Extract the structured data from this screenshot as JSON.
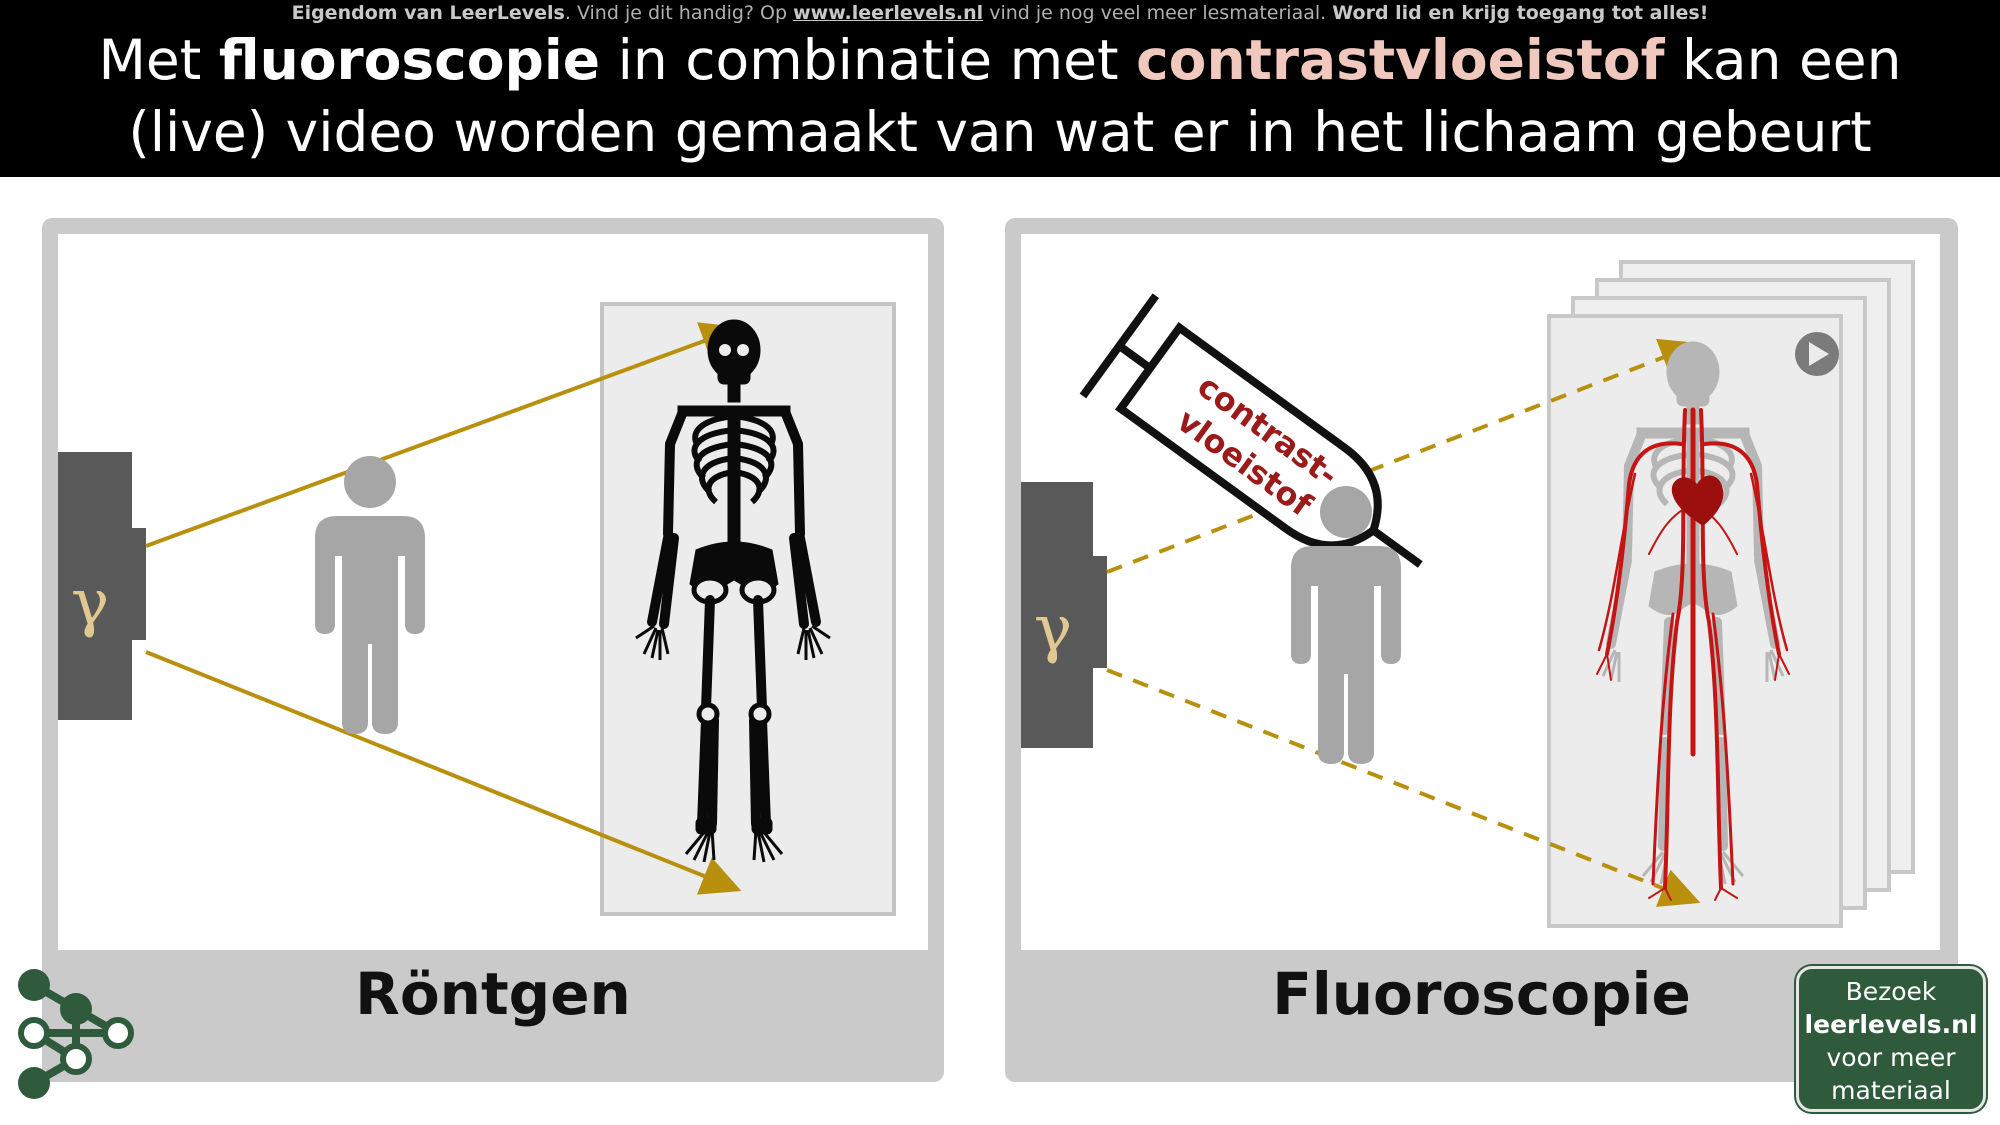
{
  "banner": {
    "credit_owner": "Eigendom van LeerLevels",
    "credit_mid": ". Vind je dit handig? Op ",
    "credit_url": "www.leerlevels.nl",
    "credit_after": " vind je nog veel meer lesmateriaal. ",
    "credit_cta": "Word lid en krijg toegang tot alles!",
    "title_part1": "Met ",
    "title_bold1": "fluoroscopie",
    "title_part2": " in combinatie met ",
    "title_bold2": "contrastvloeistof",
    "title_part3": " kan een",
    "title_line2": "(live) video worden gemaakt van wat er in het lichaam gebeurt"
  },
  "left_panel": {
    "source_symbol": "γ",
    "label": "Röntgen"
  },
  "right_panel": {
    "source_symbol": "γ",
    "syringe_text_line1": "contrast-",
    "syringe_text_line2": "vloeistof",
    "label": "Fluoroscopie"
  },
  "cta": {
    "line1": "Bezoek",
    "line2": "leerlevels.nl",
    "line3": "voor meer",
    "line4": "materiaal"
  },
  "colors": {
    "beam": "#b8900e",
    "contrast_text": "#9b1b1b",
    "vessels": "#c41414",
    "cta_bg": "#2f5a3c",
    "title_highlight": "#f0c8be"
  },
  "icons": [
    "gamma-source-icon",
    "person-icon",
    "skeleton-icon",
    "syringe-icon",
    "play-icon",
    "leerlevels-logo-icon"
  ]
}
